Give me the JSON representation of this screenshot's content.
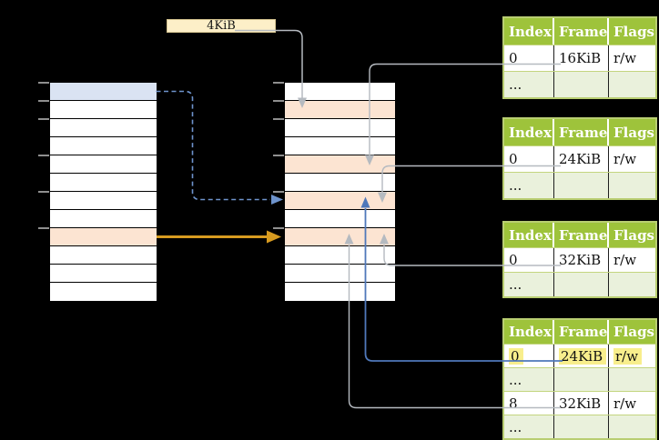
{
  "label_4kib": {
    "text": "4KiB"
  },
  "virtual_memory": {
    "rows": [
      "page_blue",
      "cell_white",
      "cell_white",
      "cell_white",
      "cell_white",
      "cell_white",
      "cell_white",
      "cell_white",
      "frame_orange",
      "cell_white",
      "cell_white",
      "cell_white"
    ],
    "ticks": [
      0,
      20,
      40,
      80,
      120,
      160
    ]
  },
  "physical_memory": {
    "rows": [
      "cell_white",
      "frame_orange",
      "cell_white",
      "cell_white",
      "frame_orange",
      "cell_white",
      "frame_orange",
      "cell_white",
      "frame_orange",
      "cell_white",
      "cell_white",
      "cell_white"
    ],
    "ticks": [
      0,
      20,
      40,
      80,
      120,
      160
    ]
  },
  "tables": [
    {
      "headers": [
        "Index",
        "Frame",
        "Flags"
      ],
      "rows": [
        {
          "cells": [
            "0",
            "16KiB",
            "r/w"
          ],
          "shaded": false,
          "highlighted": false
        },
        {
          "cells": [
            "...",
            "",
            ""
          ],
          "shaded": true,
          "highlighted": false
        }
      ]
    },
    {
      "headers": [
        "Index",
        "Frame",
        "Flags"
      ],
      "rows": [
        {
          "cells": [
            "0",
            "24KiB",
            "r/w"
          ],
          "shaded": false,
          "highlighted": false
        },
        {
          "cells": [
            "...",
            "",
            ""
          ],
          "shaded": true,
          "highlighted": false
        }
      ]
    },
    {
      "headers": [
        "Index",
        "Frame",
        "Flags"
      ],
      "rows": [
        {
          "cells": [
            "0",
            "32KiB",
            "r/w"
          ],
          "shaded": false,
          "highlighted": false
        },
        {
          "cells": [
            "...",
            "",
            ""
          ],
          "shaded": true,
          "highlighted": false
        }
      ]
    },
    {
      "headers": [
        "Index",
        "Frame",
        "Flags"
      ],
      "rows": [
        {
          "cells": [
            "0",
            "24KiB",
            "r/w"
          ],
          "shaded": false,
          "highlighted": true
        },
        {
          "cells": [
            "...",
            "",
            ""
          ],
          "shaded": true,
          "highlighted": false
        },
        {
          "cells": [
            "8",
            "32KiB",
            "r/w"
          ],
          "shaded": false,
          "highlighted": false
        },
        {
          "cells": [
            "...",
            "",
            ""
          ],
          "shaded": true,
          "highlighted": false
        }
      ]
    }
  ],
  "colors": {
    "page_blue": "#dae3f3",
    "frame_orange": "#fce4d2",
    "cell_white": "#ffffff",
    "table_header_green": "#9ec33b",
    "table_shaded_row": "#eaf1dc",
    "table_border_green": "#b9ce72",
    "highlight_yellow": "#f8ee8c",
    "connector_gray": "#b5bac0",
    "connector_blue": "#4f78ba",
    "connector_blue_dashed": "#6e93cc",
    "connector_orange": "#d79b20",
    "tick_gray": "#8f8f8f",
    "label_fill": "#fdefc8",
    "label_border": "#d6c591"
  }
}
